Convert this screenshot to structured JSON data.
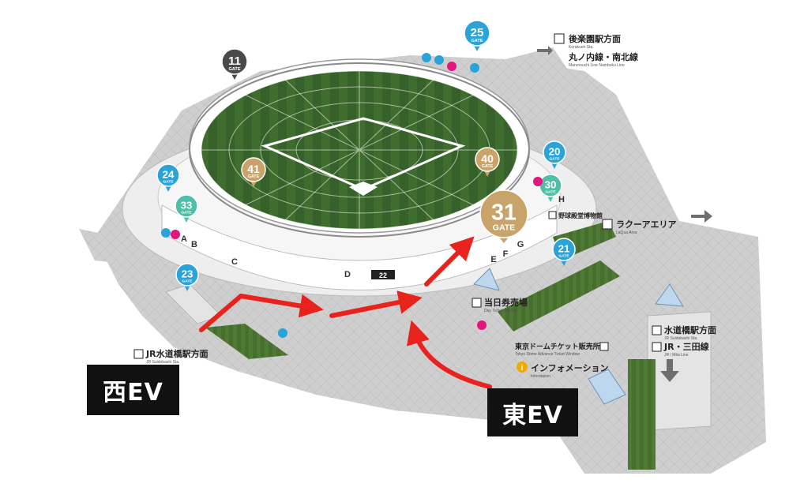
{
  "gates": [
    {
      "id": "g11",
      "num": "11",
      "label": "GATE",
      "color": "#4a4a4a"
    },
    {
      "id": "g25",
      "num": "25",
      "label": "GATE",
      "color": "#29a3d8"
    },
    {
      "id": "g24",
      "num": "24",
      "label": "GATE",
      "color": "#29a3d8"
    },
    {
      "id": "g33",
      "num": "33",
      "label": "GATE",
      "color": "#4fbfa8"
    },
    {
      "id": "g41",
      "num": "41",
      "label": "GATE",
      "color": "#c9a46a"
    },
    {
      "id": "g40",
      "num": "40",
      "label": "GATE",
      "color": "#c9a46a"
    },
    {
      "id": "g20",
      "num": "20",
      "label": "GATE",
      "color": "#29a3d8"
    },
    {
      "id": "g30",
      "num": "30",
      "label": "GATE",
      "color": "#4fbfa8"
    },
    {
      "id": "g31",
      "num": "31",
      "label": "GATE",
      "color": "#c9a46a"
    },
    {
      "id": "g21",
      "num": "21",
      "label": "GATE",
      "color": "#29a3d8"
    },
    {
      "id": "g23",
      "num": "23",
      "label": "GATE",
      "color": "#29a3d8"
    }
  ],
  "gate_letters": [
    "A",
    "B",
    "C",
    "D",
    "E",
    "F",
    "G",
    "H"
  ],
  "door_numbers": [
    "22"
  ],
  "labels": {
    "korakuen_jp": "後楽園駅方面",
    "korakuen_en": "Korakuen Sta.",
    "marunouchi_jp": "丸ノ内線・南北線",
    "marunouchi_en": "Marunouchi Line Namboku Line",
    "laqua_jp": "ラクーアエリア",
    "laqua_en": "LaQua Area",
    "museum_jp": "野球殿堂博物館",
    "ticket_today_jp": "当日券売場",
    "ticket_today_en": "Day Ticket Window",
    "tokyodome_ticket_jp": "東京ドームチケット販売所",
    "tokyodome_ticket_en": "Tokyo Dome Advance Ticket Window",
    "info_jp": "インフォメーション",
    "info_en": "Information",
    "suidobashi_jp": "水道橋駅方面",
    "suidobashi_en": "JR Suidobashi Sta.",
    "jr_mita_jp": "JR・三田線",
    "jr_mita_en": "JR / Mita Line",
    "jr_suidobashi_jp": "JR水道橋駅方面",
    "jr_suidobashi_en": "JR Suidobashi Sta.",
    "west_ev": "西EV",
    "east_ev": "東EV"
  },
  "colors": {
    "route_arrow": "#e8231e",
    "field": "#3d6b2c",
    "plaza": "#c8c8c8",
    "gate_blue": "#29a3d8",
    "gate_teal": "#4fbfa8",
    "gate_gold": "#c9a46a",
    "gate_dark": "#4a4a4a"
  }
}
